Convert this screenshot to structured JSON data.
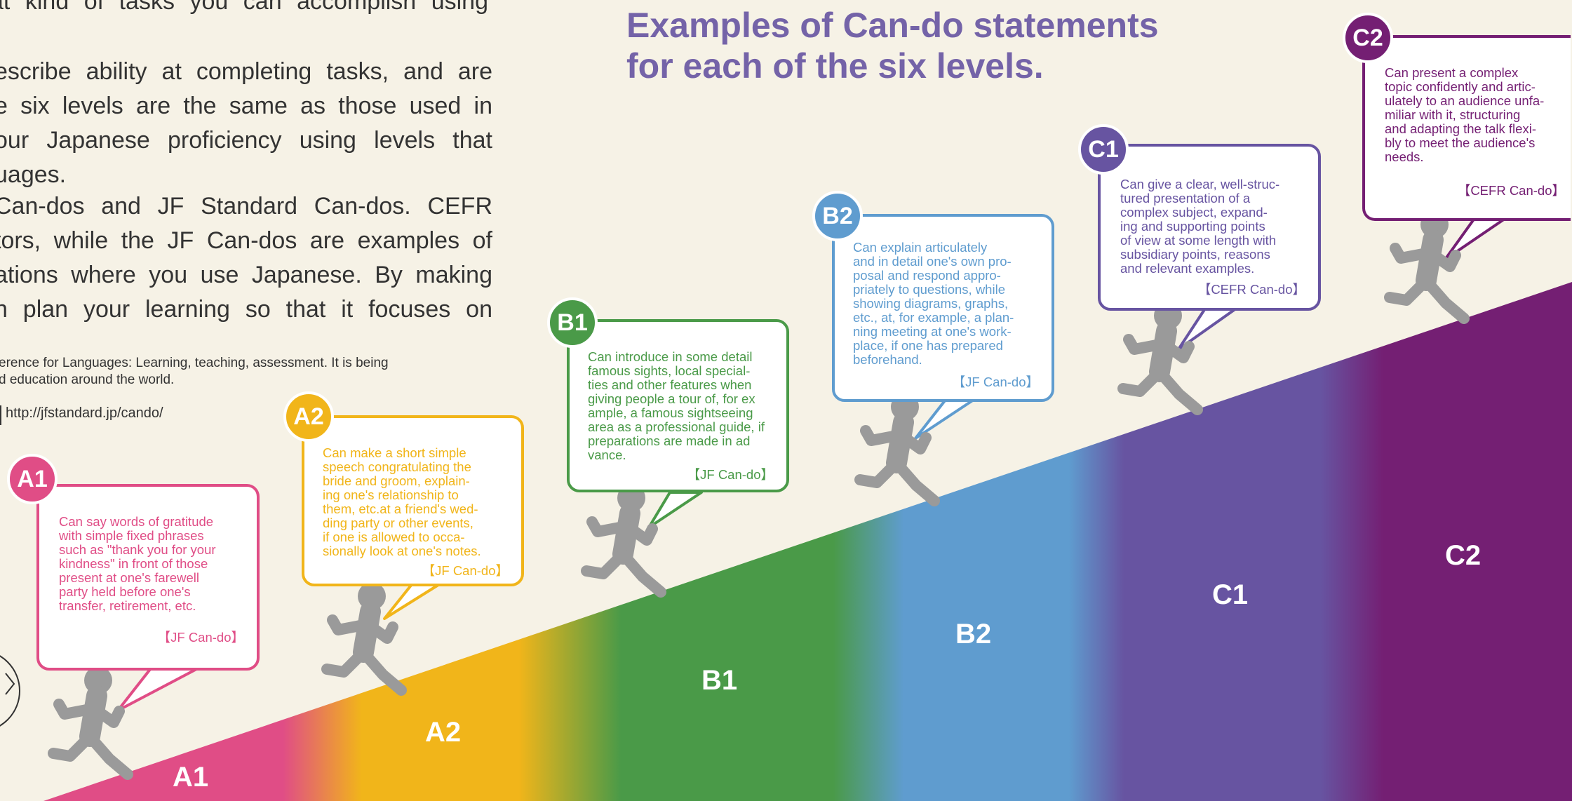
{
  "colors": {
    "a1": "#e04d86",
    "a2": "#f1b51a",
    "b1": "#4a9a48",
    "b2": "#5f9ccf",
    "c1": "#6754a1",
    "c2": "#741f73",
    "heading": "#7463a8"
  },
  "intro": {
    "lines_top": [
      "at kind of tasks you can accomplish using"
    ],
    "para1": [
      "escribe ability at completing tasks, and are",
      "e six levels are the same as those used in",
      "our Japanese proficiency using levels that",
      "uages."
    ],
    "para2": [
      "Can-dos and JF Standard Can-dos. CEFR",
      "tors, while the JF Can-dos are examples of",
      "ations where you use Japanese. By making",
      "n plan your learning so that it focuses on"
    ],
    "footnote": [
      "erence for Languages: Learning, teaching, assessment. It is being",
      "d education around the world."
    ],
    "url": "http://jfstandard.jp/cando/"
  },
  "heading": {
    "line1": "Examples of Can-do statements",
    "line2": "for each of the six levels."
  },
  "levels": [
    {
      "code": "A1",
      "lines": [
        "Can say words of gratitude",
        "with simple fixed phrases",
        "such as \"thank you for your",
        "kindness\" in front of those",
        "present at one's farewell",
        "party held before one's",
        "transfer, retirement, etc."
      ],
      "source": "【JF Can-do】"
    },
    {
      "code": "A2",
      "lines": [
        "Can make a short simple",
        "speech congratulating the",
        "bride and groom, explain-",
        "ing one's relationship to",
        "them, etc.at a friend's wed-",
        "ding party or other events,",
        "if one is allowed to occa-",
        "sionally look at one's notes."
      ],
      "source": "【JF Can-do】"
    },
    {
      "code": "B1",
      "lines": [
        "Can introduce in some detail",
        "famous sights, local special-",
        "ties and other features when",
        "giving people a tour of, for ex",
        "ample, a famous sightseeing",
        "area as a professional guide, if",
        "preparations are made in ad",
        "vance."
      ],
      "source": "【JF Can-do】"
    },
    {
      "code": "B2",
      "lines": [
        "Can explain articulately",
        "and in detail one's own pro-",
        "posal and respond appro-",
        "priately to questions, while",
        "showing diagrams, graphs,",
        "etc., at, for example, a plan-",
        "ning meeting at one's work-",
        "place, if one has prepared",
        "beforehand."
      ],
      "source": "【JF Can-do】"
    },
    {
      "code": "C1",
      "lines": [
        "Can give a clear, well-struc-",
        "tured presentation of a",
        "complex subject, expand-",
        "ing and supporting points",
        "of view at some length with",
        "subsidiary points, reasons",
        "and relevant examples."
      ],
      "source": "【CEFR Can-do】"
    },
    {
      "code": "C2",
      "lines": [
        "Can present a complex",
        "topic confidently and artic-",
        "ulately to an audience unfa-",
        "miliar with it, structuring",
        "and adapting the talk flexi-",
        "bly to meet the audience's",
        "needs."
      ],
      "source": "【CEFR Can-do】"
    }
  ],
  "icons": {
    "runner": "running-person-icon",
    "link": "link-icon"
  }
}
